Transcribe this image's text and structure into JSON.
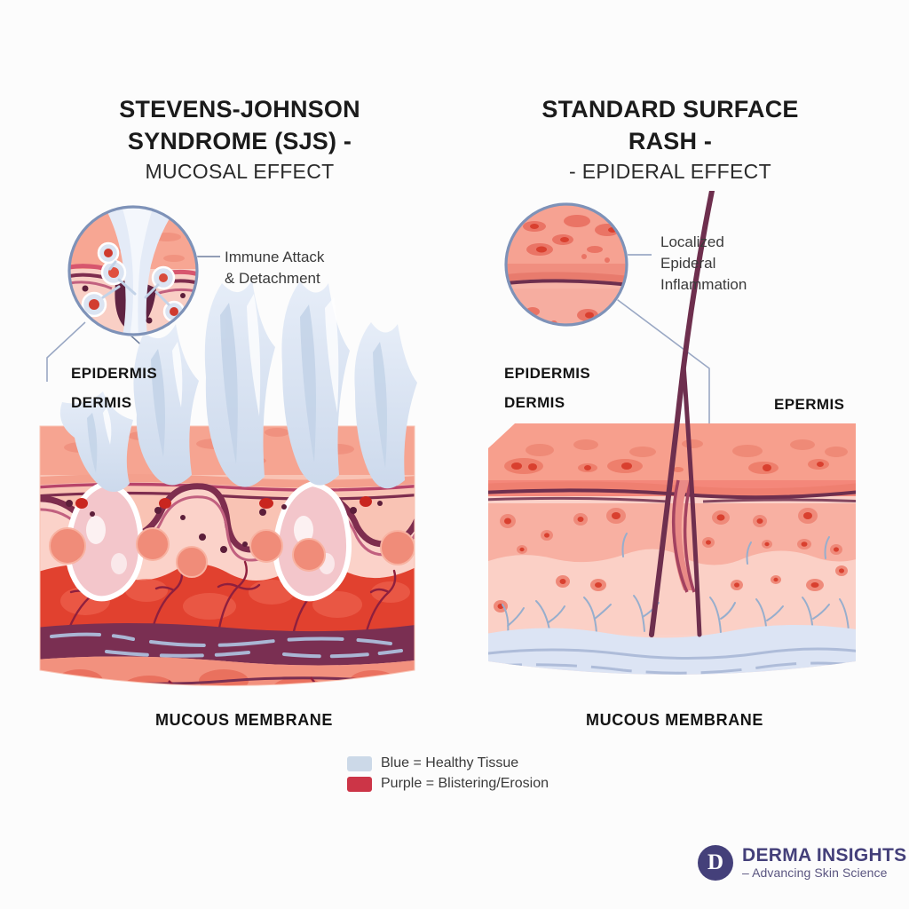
{
  "background_color": "#fcfcfc",
  "panels": [
    {
      "id": "sjs",
      "title_line1": "STEVENS-JOHNSON",
      "title_line2": "SYNDROME (SJS) -",
      "subtitle": "MUCOSAL EFFECT",
      "callout": "Immune Attack\n& Detachment",
      "layer_labels": [
        "EPIDERMIS",
        "DERMIS"
      ],
      "caption": "MUCOUS MEMBRANE"
    },
    {
      "id": "rash",
      "title_line1": "STANDARD SURFACE",
      "title_line2": "RASH -",
      "subtitle": "- EPIDERAL EFFECT",
      "callout": "Localized\nEpideral\nInflammation",
      "layer_labels": [
        "EPIDERMIS",
        "DERMIS"
      ],
      "extra_label": "EPERMIS",
      "caption": "MUCOUS MEMBRANE"
    }
  ],
  "legend": {
    "items": [
      {
        "swatch_color": "#ccd9e8",
        "label": "Blue = Healthy Tissue"
      },
      {
        "swatch_color": "#cc3547",
        "label": "Purple = Blistering/Erosion"
      }
    ]
  },
  "footer": {
    "logo_letter": "D",
    "brand": "DERMA INSIGHTS",
    "tagline": "– Advancing Skin Science",
    "brand_color": "#44407a"
  },
  "palette": {
    "epidermis_pink": "#f5a394",
    "dermis_pink": "#f8b8ac",
    "pale_pink": "#fbd2c9",
    "deep_purple": "#7a2f52",
    "maroon_line": "#7e2d4e",
    "vascular_red": "#e1422f",
    "blood_red": "#cf2b23",
    "peeling_blue": "#dbe4f2",
    "peeling_blue_dark": "#c3d3e8",
    "hypodermis_blue": "#d8e1f2",
    "vessel_blue": "#97aecd",
    "magnifier_ring": "#7e92b8",
    "leader_line": "#9aa8c4",
    "hair_purple": "#6e2f4e"
  }
}
